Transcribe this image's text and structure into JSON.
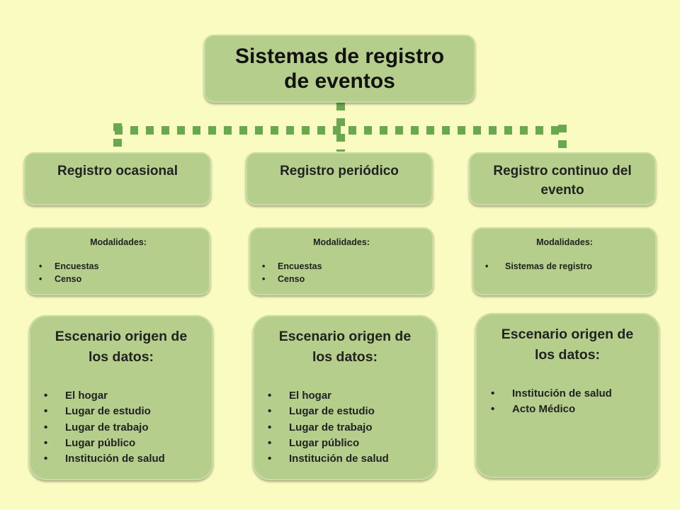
{
  "title": "Sistemas de registro de eventos",
  "colors": {
    "background": "#fafbc0",
    "box": "#b5ce8c",
    "connector": "#6aa84f"
  },
  "columns": [
    {
      "category": "Registro ocasional",
      "modalities_label": "Modalidades:",
      "modalities": [
        "Encuestas",
        "Censo"
      ],
      "scenario_title": "Escenario origen de los datos:",
      "scenario_items": [
        "El hogar",
        "Lugar de estudio",
        "Lugar de trabajo",
        "Lugar público",
        "Institución de salud"
      ]
    },
    {
      "category": "Registro periódico",
      "modalities_label": "Modalidades:",
      "modalities": [
        "Encuestas",
        "Censo"
      ],
      "scenario_title": "Escenario origen de los datos:",
      "scenario_items": [
        "El hogar",
        "Lugar de estudio",
        "Lugar de trabajo",
        "Lugar público",
        "Institución de salud"
      ]
    },
    {
      "category": "Registro continuo del evento",
      "modalities_label": "Modalidades:",
      "modalities": [
        "Sistemas de registro"
      ],
      "scenario_title": "Escenario origen de los datos:",
      "scenario_items": [
        "Institución de salud",
        "Acto Médico"
      ]
    }
  ]
}
